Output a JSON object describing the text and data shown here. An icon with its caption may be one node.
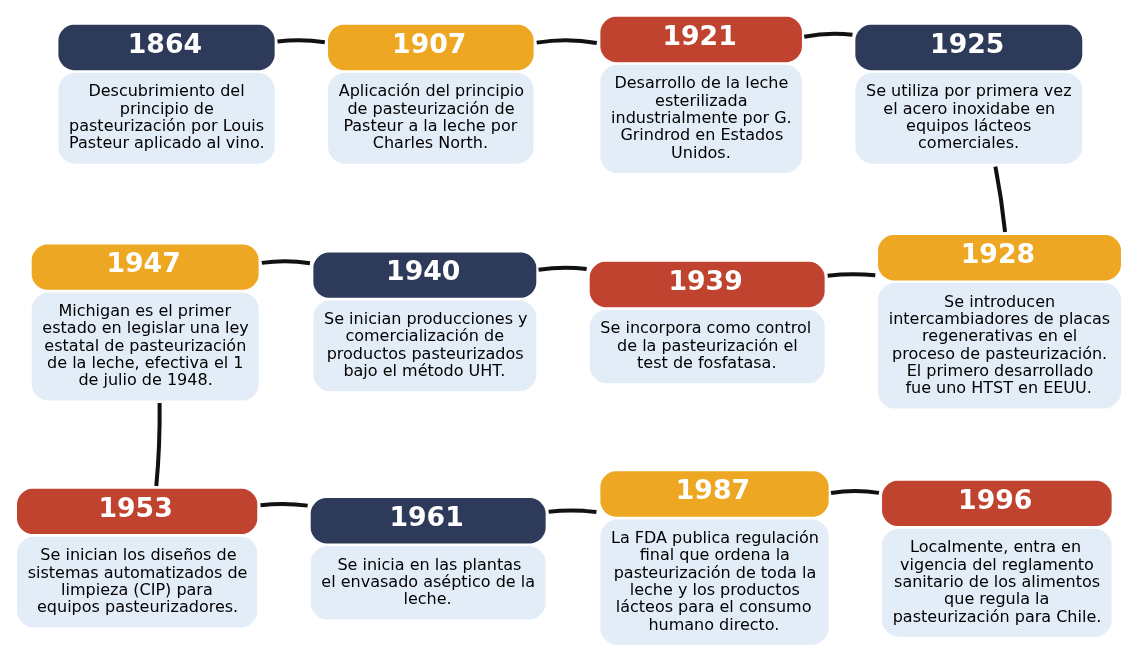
{
  "diagram": {
    "nodes": [
      {
        "text": [
          "1864",
          "Descubrimiento del principio de pasteurización por Louis Pasteur aplicado al vino."
        ]
      },
      {
        "text": [
          "1907",
          "Aplicación del principio de pasteurización de Pasteur a la leche por Charles North."
        ]
      },
      {
        "text": [
          "1921",
          "Desarrollo de la leche esterilizada industrialmente por G. Grindrod en Estados Unidos."
        ]
      },
      {
        "text": [
          "1925",
          "Se utiliza por primera vez el acero inoxidabe en equipos lácteos comerciales."
        ]
      },
      {
        "text": [
          "1947",
          "Michigan es el primer estado en legislar una ley estatal de pasteurización de la leche, efectiva el 1 de julio de 1948."
        ]
      },
      {
        "text": [
          "1940",
          "Se inician producciones y comercialización de productos pasteurizados bajo el método UHT."
        ]
      },
      {
        "text": [
          "1939",
          "Se incorpora como control de la pasteurización el test de fosfatasa."
        ]
      },
      {
        "text": [
          "1928",
          "Se introducen intercambiadores de placas regenerativas en el proceso de pasteurización. El primero desarrollado fue uno HTST en EEUU."
        ]
      },
      {
        "text": [
          "1953",
          "Se inician los diseños de sistemas automatizados de limpieza (CIP) para equipos pasteurizadores."
        ]
      },
      {
        "text": [
          "1961",
          "Se inicia en las plantas el envasado aséptico de la leche."
        ]
      },
      {
        "text": [
          "1987",
          "La FDA publica regulación final que ordena la pasteurización de toda la leche y los productos lácteos para el consumo humano directo."
        ]
      },
      {
        "text": [
          "1996",
          "Localmente, entra en vigencia del reglamento sanitario de los alimentos que regula la pasteurización para Chile."
        ]
      }
    ],
    "edges": [
      {
        "from": 0,
        "to": 1,
        "arrow": "none"
      },
      {
        "from": 1,
        "to": 2,
        "arrow": "none"
      },
      {
        "from": 2,
        "to": 3,
        "arrow": "none"
      },
      {
        "from": 3,
        "to": 7,
        "arrow": "none"
      },
      {
        "from": 7,
        "to": 6,
        "arrow": "none"
      },
      {
        "from": 6,
        "to": 5,
        "arrow": "none"
      },
      {
        "from": 5,
        "to": 4,
        "arrow": "none"
      },
      {
        "from": 4,
        "to": 8,
        "arrow": "none"
      },
      {
        "from": 8,
        "to": 9,
        "arrow": "none"
      },
      {
        "from": 9,
        "to": 10,
        "arrow": "none"
      },
      {
        "from": 10,
        "to": 11,
        "arrow": "none"
      }
    ]
  }
}
